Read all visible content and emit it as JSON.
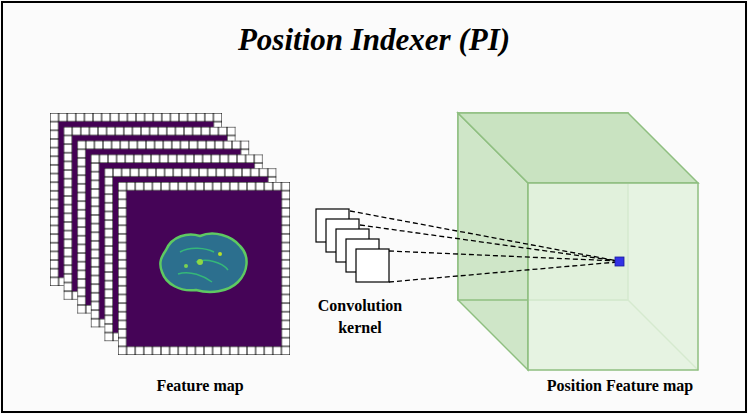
{
  "diagram": {
    "title": "Position Indexer (PI)",
    "nodes": [
      {
        "text": [
          "Feature map"
        ]
      },
      {
        "text": [
          "Convolution kernel"
        ]
      },
      {
        "text": [
          "Position Feature map"
        ]
      }
    ]
  }
}
